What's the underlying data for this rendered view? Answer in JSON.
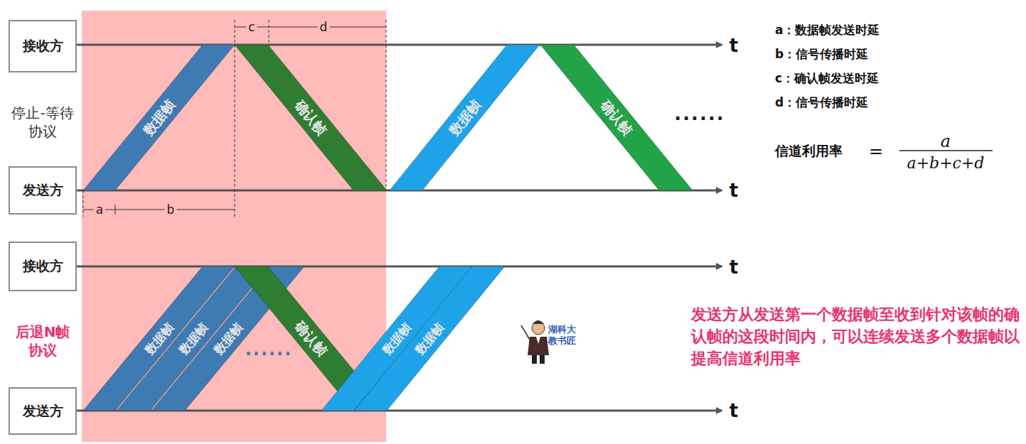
{
  "diagram": {
    "nodes": [
      {
        "text": [
          "接收方"
        ]
      },
      {
        "text": [
          "发送方"
        ]
      },
      {
        "text": [
          "数据帧"
        ]
      },
      {
        "text": [
          "确认帧"
        ]
      },
      {
        "text": [
          "数据帧"
        ]
      },
      {
        "text": [
          "确认帧"
        ]
      },
      {
        "text": [
          "接收方"
        ]
      },
      {
        "text": [
          "发送方"
        ]
      },
      {
        "text": [
          "数据帧"
        ]
      },
      {
        "text": [
          "数据帧"
        ]
      },
      {
        "text": [
          "数据帧"
        ]
      },
      {
        "text": [
          "确认帧"
        ]
      },
      {
        "text": [
          "数据帧"
        ]
      },
      {
        "text": [
          "数据帧"
        ]
      }
    ],
    "labels": [
      "停止-等待 协议",
      "后退N帧 协议",
      "t",
      "t",
      "t",
      "t",
      "a",
      "b",
      "c",
      "d",
      "......",
      "......",
      "a：数据帧发送时延",
      "b：信号传播时延",
      "c：确认帧发送时延",
      "d：信号传播时延",
      "信道利用率",
      "=",
      "a",
      "a+b+c+d",
      "发送方从发送第一个数据帧至收到针对该帧的确认帧的这段时间内，可以连续发送多个数据帧以提高信道利用率",
      "湖科大 教书匠"
    ]
  }
}
